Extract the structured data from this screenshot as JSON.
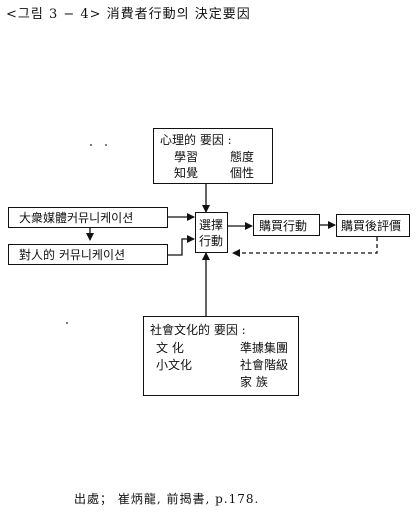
{
  "figure": {
    "title": "<그림 3 − 4>  消費者行動의  決定要因",
    "source": "出處；  崔炳龍,  前揭書,  p.178."
  },
  "nodes": {
    "psychological": {
      "heading": "心理的   要因 :",
      "items": [
        "學習",
        "態度",
        "知覺",
        "個性"
      ]
    },
    "mass_comm": {
      "label": "大衆媒體커뮤니케이션"
    },
    "interpersonal": {
      "label": "對人的   커뮤니케이션"
    },
    "choice": {
      "line1": "選擇",
      "line2": "行動"
    },
    "purchase": {
      "label": "購買行動"
    },
    "post_purchase": {
      "label": "購買後評價"
    },
    "socio_cultural": {
      "heading": "社會文化的   要因 :",
      "items": [
        "文   化",
        "準據集團",
        "小文化",
        "社會階級",
        "家   族"
      ]
    }
  }
}
